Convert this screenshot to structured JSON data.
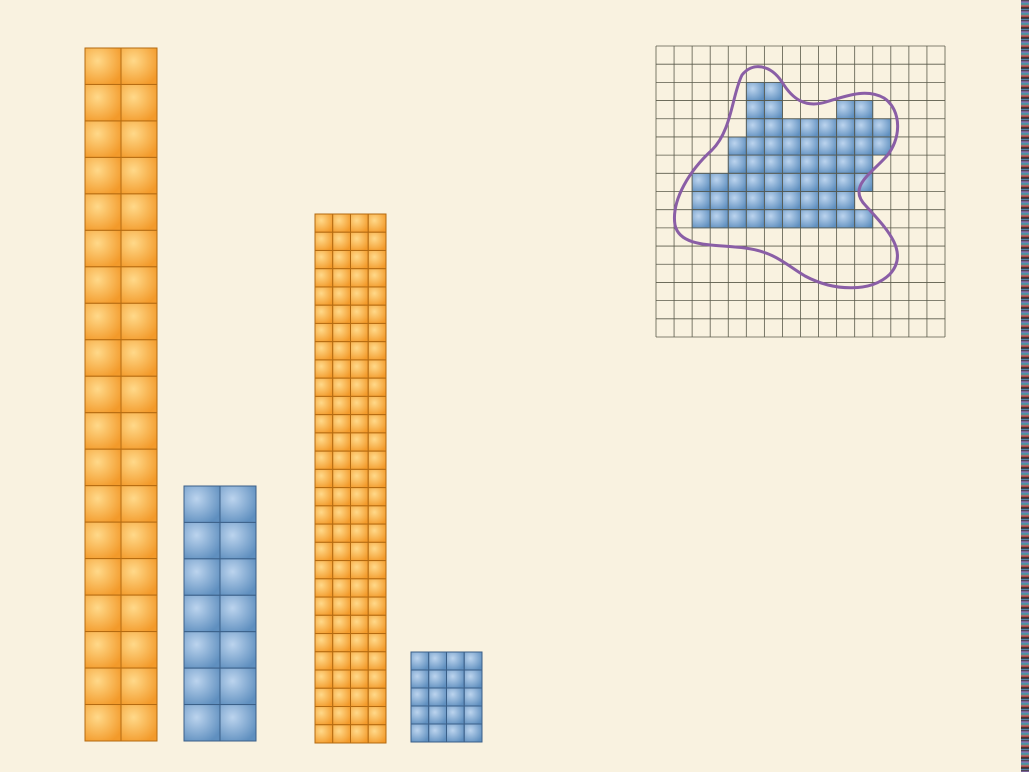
{
  "colors": {
    "background": "#f9f2e0",
    "orange_light": "#ffd98a",
    "orange_dark": "#f39a2a",
    "orange_grid": "#b46a10",
    "blue_light": "#bcd4ee",
    "blue_dark": "#5f8fbf",
    "blue_grid": "#3a5f88",
    "outline_purple": "#8a5ea6",
    "grid_line": "#5a5a4a"
  },
  "bars": [
    {
      "name": "tall-orange-bar",
      "color": "orange",
      "cols": 2,
      "rows": 19
    },
    {
      "name": "short-blue-bar",
      "color": "blue",
      "cols": 2,
      "rows": 7
    },
    {
      "name": "fine-orange-bar",
      "color": "orange",
      "cols": 4,
      "rows": 29
    },
    {
      "name": "fine-blue-bar",
      "color": "blue",
      "cols": 4,
      "rows": 5
    }
  ],
  "area_grid": {
    "cols": 16,
    "rows": 16,
    "filled_cells": [
      [
        5,
        2
      ],
      [
        6,
        2
      ],
      [
        5,
        3
      ],
      [
        6,
        3
      ],
      [
        10,
        3
      ],
      [
        11,
        3
      ],
      [
        5,
        4
      ],
      [
        6,
        4
      ],
      [
        7,
        4
      ],
      [
        8,
        4
      ],
      [
        9,
        4
      ],
      [
        10,
        4
      ],
      [
        11,
        4
      ],
      [
        12,
        4
      ],
      [
        4,
        5
      ],
      [
        5,
        5
      ],
      [
        6,
        5
      ],
      [
        7,
        5
      ],
      [
        8,
        5
      ],
      [
        9,
        5
      ],
      [
        10,
        5
      ],
      [
        11,
        5
      ],
      [
        12,
        5
      ],
      [
        4,
        6
      ],
      [
        5,
        6
      ],
      [
        6,
        6
      ],
      [
        7,
        6
      ],
      [
        8,
        6
      ],
      [
        9,
        6
      ],
      [
        10,
        6
      ],
      [
        11,
        6
      ],
      [
        2,
        7
      ],
      [
        3,
        7
      ],
      [
        4,
        7
      ],
      [
        5,
        7
      ],
      [
        6,
        7
      ],
      [
        7,
        7
      ],
      [
        8,
        7
      ],
      [
        9,
        7
      ],
      [
        10,
        7
      ],
      [
        11,
        7
      ],
      [
        2,
        8
      ],
      [
        3,
        8
      ],
      [
        4,
        8
      ],
      [
        5,
        8
      ],
      [
        6,
        8
      ],
      [
        7,
        8
      ],
      [
        8,
        8
      ],
      [
        9,
        8
      ],
      [
        10,
        8
      ],
      [
        2,
        9
      ],
      [
        3,
        9
      ],
      [
        4,
        9
      ],
      [
        5,
        9
      ],
      [
        6,
        9
      ],
      [
        7,
        9
      ],
      [
        8,
        9
      ],
      [
        9,
        9
      ],
      [
        10,
        9
      ],
      [
        11,
        9
      ]
    ]
  }
}
